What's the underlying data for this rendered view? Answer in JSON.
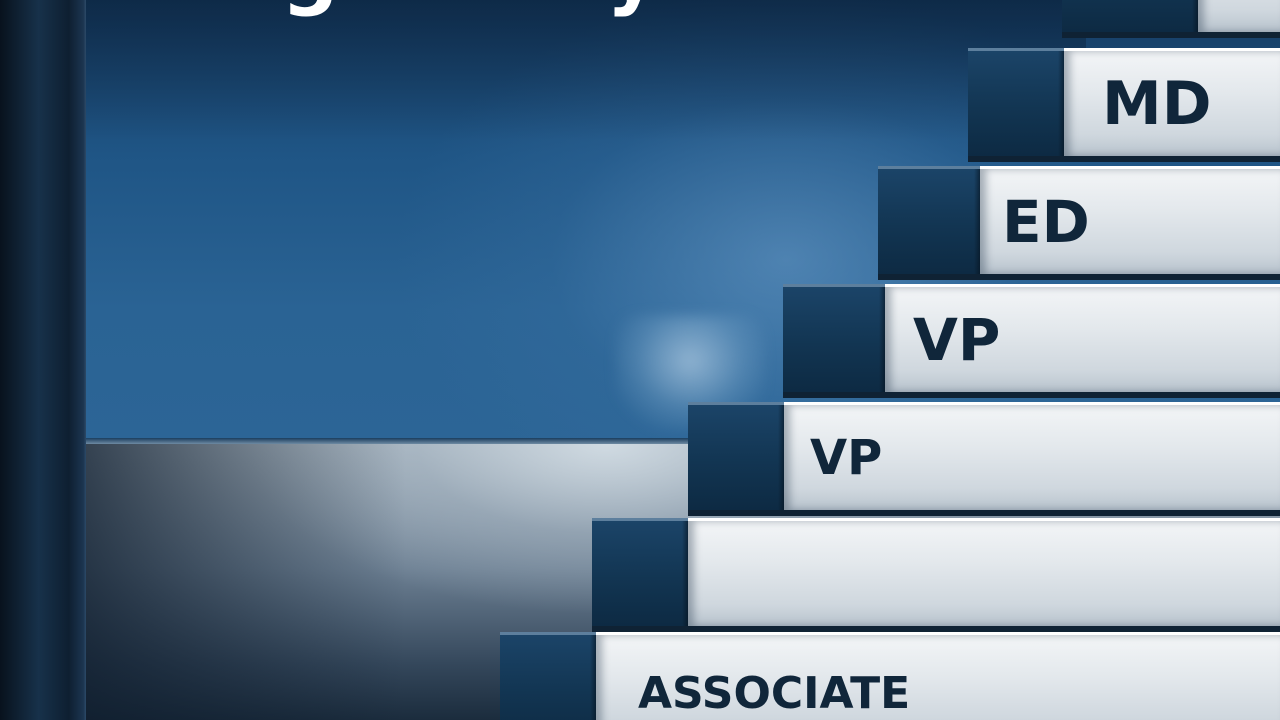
{
  "headline": "g y",
  "steps": [
    {
      "label": ""
    },
    {
      "label": "MD"
    },
    {
      "label": "ED"
    },
    {
      "label": "VP"
    },
    {
      "label": "VP"
    },
    {
      "label": ""
    },
    {
      "label": "ASSOCIATE"
    }
  ]
}
